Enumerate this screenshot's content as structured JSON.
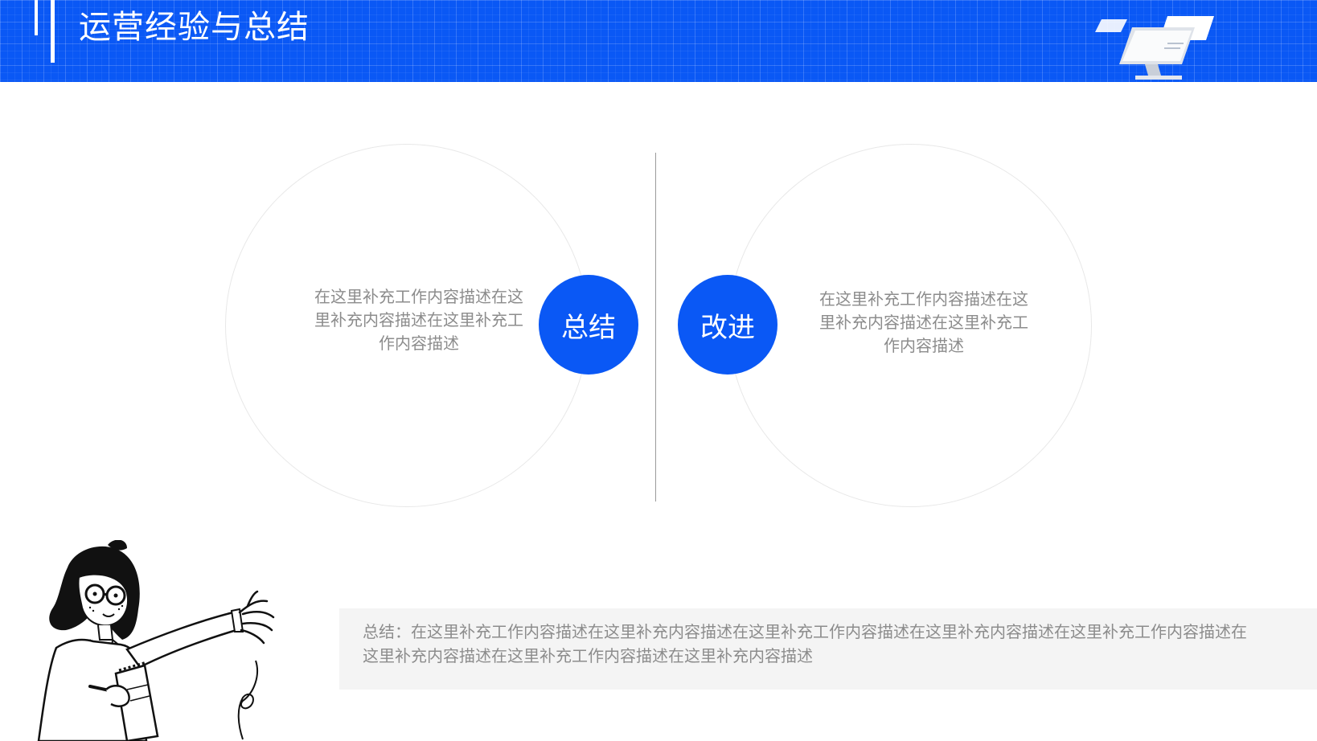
{
  "header": {
    "title": "运营经验与总结"
  },
  "colors": {
    "brand_blue": "#0a58f5",
    "text_gray": "#8c8c8c",
    "panel_gray": "#f4f4f4"
  },
  "left_section": {
    "badge_label": "总结",
    "description": "在这里补充工作内容描述在这里补充内容描述在这里补充工作内容描述"
  },
  "right_section": {
    "badge_label": "改进",
    "description": "在这里补充工作内容描述在这里补充内容描述在这里补充工作内容描述"
  },
  "summary": {
    "text": "总结：在这里补充工作内容描述在这里补充内容描述在这里补充工作内容描述在这里补充内容描述在这里补充工作内容描述在这里补充内容描述在这里补充工作内容描述在这里补充内容描述"
  },
  "icons": {
    "header_decoration": "computer-monitor-icon",
    "person": "woman-pointing-illustration"
  }
}
